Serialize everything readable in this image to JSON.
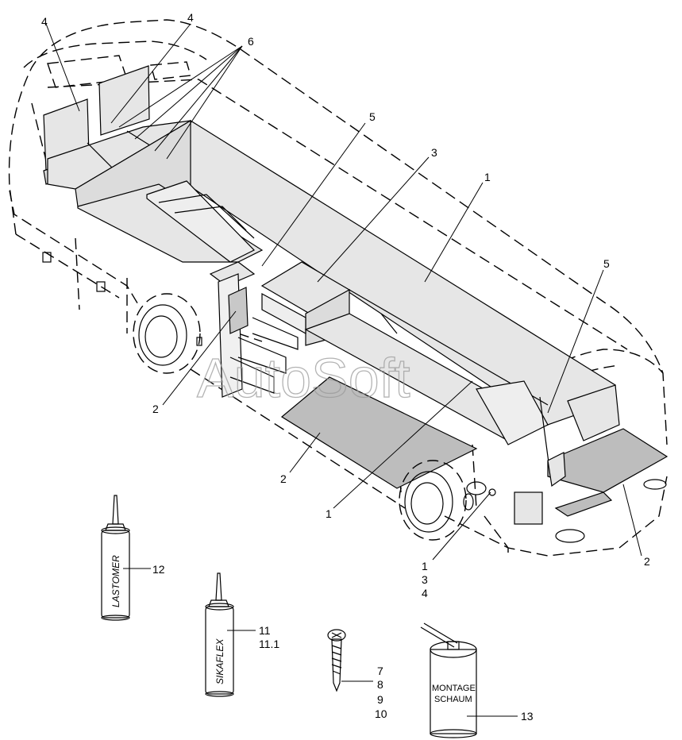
{
  "diagram": {
    "callouts": [
      {
        "id": "c4a",
        "text": "4"
      },
      {
        "id": "c4b",
        "text": "4"
      },
      {
        "id": "c6",
        "text": "6"
      },
      {
        "id": "c5a",
        "text": "5"
      },
      {
        "id": "c3",
        "text": "3"
      },
      {
        "id": "c1a",
        "text": "1"
      },
      {
        "id": "c5b",
        "text": "5"
      },
      {
        "id": "c2a",
        "text": "2"
      },
      {
        "id": "c2b",
        "text": "2"
      },
      {
        "id": "c1b",
        "text": "1"
      },
      {
        "id": "c2c",
        "text": "2"
      },
      {
        "id": "c134-1",
        "text": "1"
      },
      {
        "id": "c134-3",
        "text": "3"
      },
      {
        "id": "c134-4",
        "text": "4"
      },
      {
        "id": "c12",
        "text": "12"
      },
      {
        "id": "c11",
        "text": "11"
      },
      {
        "id": "c111",
        "text": "11.1"
      },
      {
        "id": "c7",
        "text": "7"
      },
      {
        "id": "c8",
        "text": "8"
      },
      {
        "id": "c9",
        "text": "9"
      },
      {
        "id": "c10",
        "text": "10"
      },
      {
        "id": "c13",
        "text": "13"
      }
    ],
    "products": {
      "tube1_label": "LASTOMER",
      "tube2_label": "SIKAFLEX",
      "can_label_line1": "MONTAGE",
      "can_label_line2": "SCHAUM"
    },
    "watermark": "AutoSoft",
    "colors": {
      "panel_fill": "#e6e6e6",
      "panel_dark": "#c8c8c8",
      "floor_fill": "#bdbdbd",
      "line": "#000000",
      "watermark": "#9a9a9a"
    }
  }
}
